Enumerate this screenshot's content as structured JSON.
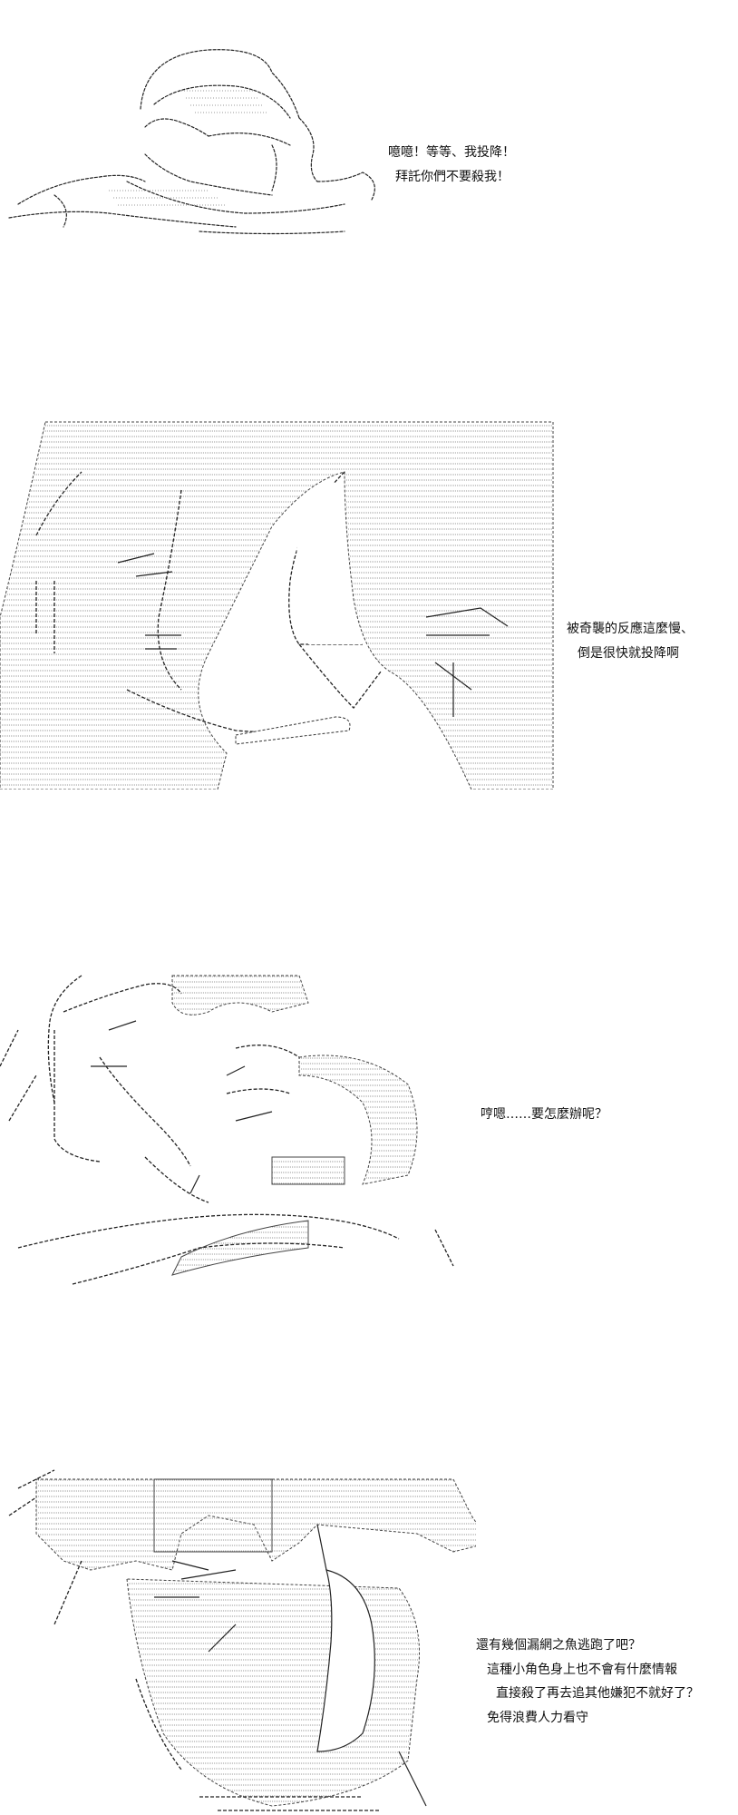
{
  "panels": [
    {
      "art_icon": "kneeling-pleading-figure-ascii-art",
      "lines": [
        "噫噫！等等、我投降！",
        "拜託你們不要殺我！"
      ]
    },
    {
      "art_icon": "two-figures-closeup-ascii-art",
      "lines": [
        "被奇襲的反應這麼慢、",
        "倒是很快就投降啊"
      ]
    },
    {
      "art_icon": "thinking-figure-ascii-art",
      "lines": [
        "哼嗯……要怎麼辦呢？"
      ]
    },
    {
      "art_icon": "figure-closeup-ascii-art",
      "lines": [
        "還有幾個漏網之魚逃跑了吧？",
        "這種小角色身上也不會有什麼情報",
        "直接殺了再去追其他嫌犯不就好了？",
        "免得浪費人力看守"
      ]
    }
  ],
  "colors": {
    "background": "#ffffff",
    "ink": "#111111",
    "hatch": "#9a9a9a"
  }
}
